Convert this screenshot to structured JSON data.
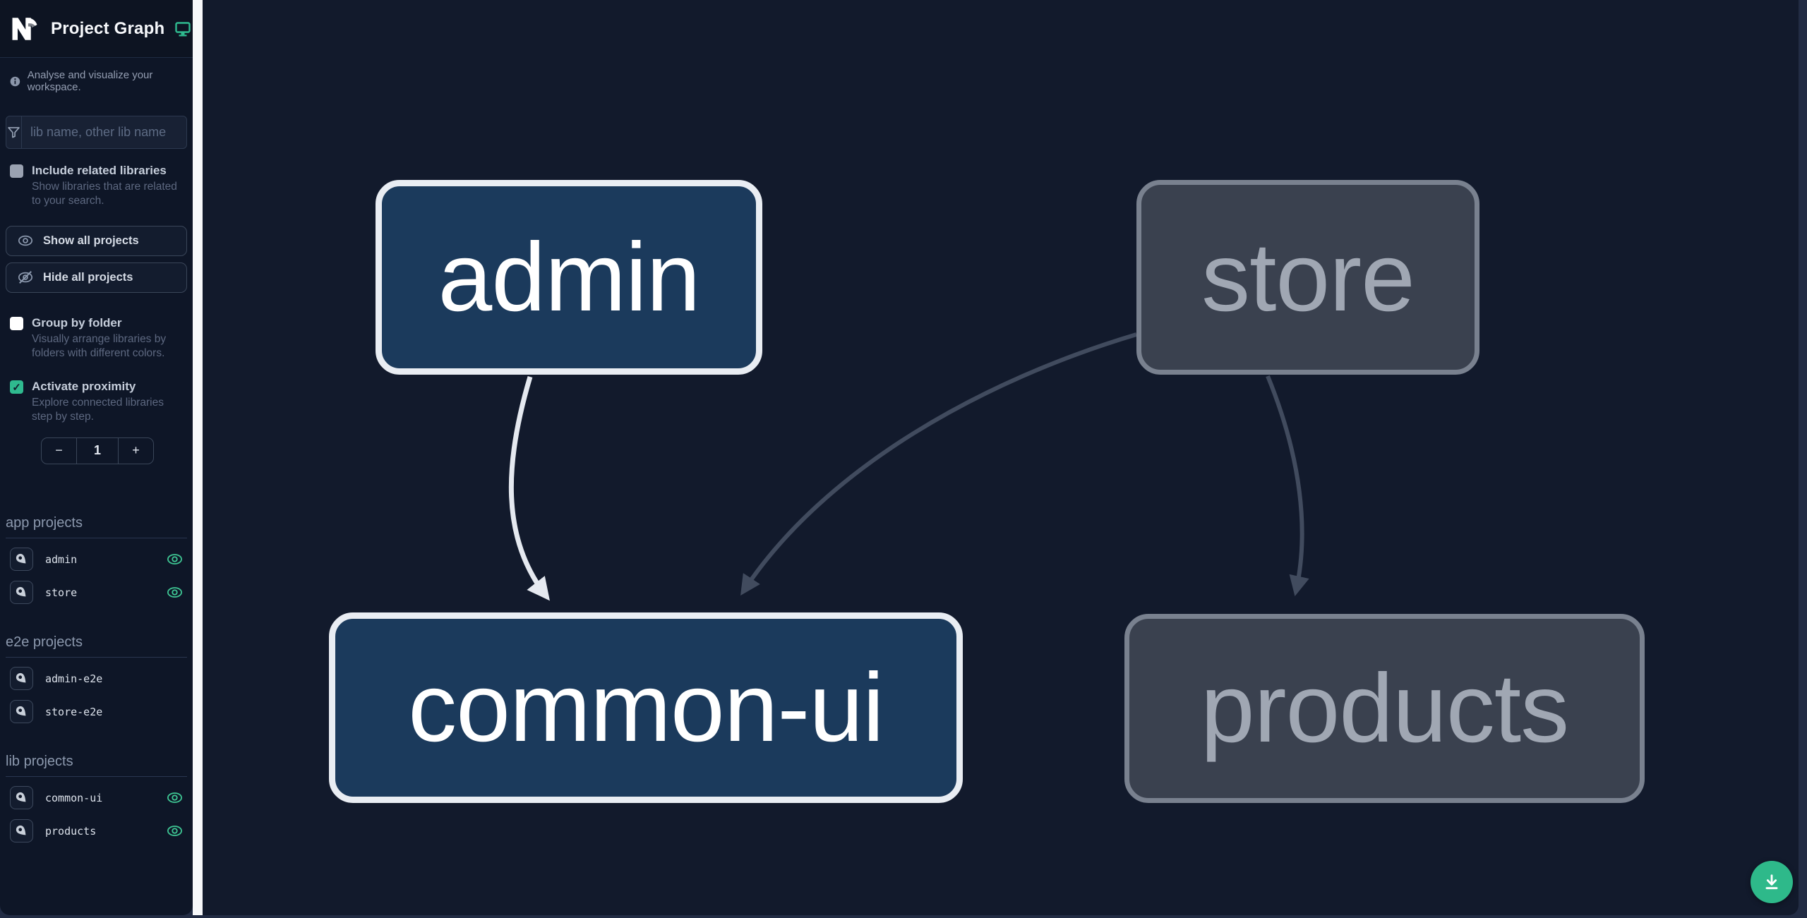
{
  "colors": {
    "accent_teal": "#2fba8f",
    "sidebar_bg": "#0e1627",
    "canvas_bg": "#121a2c",
    "focused_node_fill": "#1b3a5c",
    "focused_node_border": "#e9edf3",
    "faded_node_fill": "#3a414f",
    "faded_node_border": "#79818f",
    "highlight_edge": "#e5e9f0",
    "faded_edge": "#414b5e"
  },
  "sidebar": {
    "title": "Project Graph",
    "tagline": "Analyse and visualize your workspace.",
    "search": {
      "placeholder": "lib name, other lib name",
      "value": ""
    },
    "checkboxes": {
      "include_related": {
        "label": "Include related libraries",
        "description": "Show libraries that are related to your search.",
        "checked": false
      },
      "group_by_folder": {
        "label": "Group by folder",
        "description": "Visually arrange libraries by folders with different colors.",
        "checked": false
      },
      "activate_proximity": {
        "label": "Activate proximity",
        "description": "Explore connected libraries step by step.",
        "checked": true,
        "checkmark": "✓"
      }
    },
    "buttons": {
      "show_all": "Show all projects",
      "hide_all": "Hide all projects"
    },
    "proximity_stepper": {
      "decrement": "−",
      "value": "1",
      "increment": "+"
    },
    "sections": [
      {
        "title": "app projects",
        "items": [
          {
            "name": "admin",
            "visible": true
          },
          {
            "name": "store",
            "visible": true
          }
        ]
      },
      {
        "title": "e2e projects",
        "items": [
          {
            "name": "admin-e2e",
            "visible": false
          },
          {
            "name": "store-e2e",
            "visible": false
          }
        ]
      },
      {
        "title": "lib projects",
        "items": [
          {
            "name": "common-ui",
            "visible": true
          },
          {
            "name": "products",
            "visible": true
          }
        ]
      }
    ]
  },
  "graph": {
    "nodes": [
      {
        "id": "admin",
        "label": "admin",
        "state": "focused"
      },
      {
        "id": "store",
        "label": "store",
        "state": "faded"
      },
      {
        "id": "common-ui",
        "label": "common-ui",
        "state": "focused"
      },
      {
        "id": "products",
        "label": "products",
        "state": "faded"
      }
    ],
    "edges": [
      {
        "source": "admin",
        "target": "common-ui",
        "highlighted": true
      },
      {
        "source": "store",
        "target": "common-ui",
        "highlighted": false
      },
      {
        "source": "store",
        "target": "products",
        "highlighted": false
      }
    ]
  },
  "fab": {
    "icon": "download-icon"
  }
}
